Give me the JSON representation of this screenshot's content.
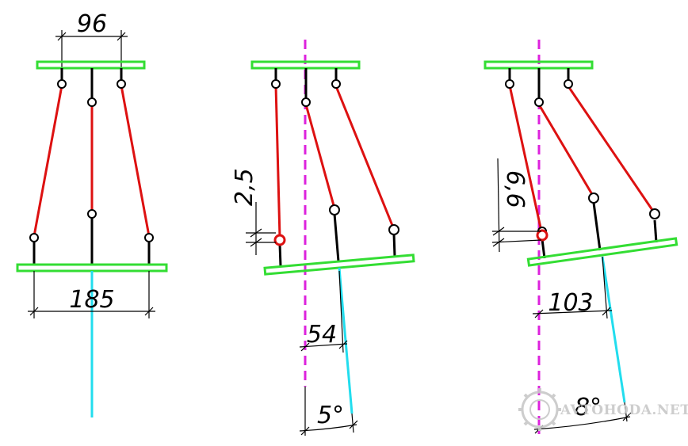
{
  "dimensions": {
    "panel1_top_width": "96",
    "panel1_bottom_width": "185",
    "panel2_offset_vertical": "2,5",
    "panel2_shift": "54",
    "panel2_angle": "5°",
    "panel3_offset_vertical": "6,6",
    "panel3_shift": "103",
    "panel3_angle": "8°"
  },
  "watermark": "AVTOHODA.NET",
  "colors": {
    "bar": "#33dd33",
    "link_red": "#dd1111",
    "axis_magenta": "#dd22dd",
    "axis_cyan": "#22ddee",
    "line": "#000000"
  }
}
